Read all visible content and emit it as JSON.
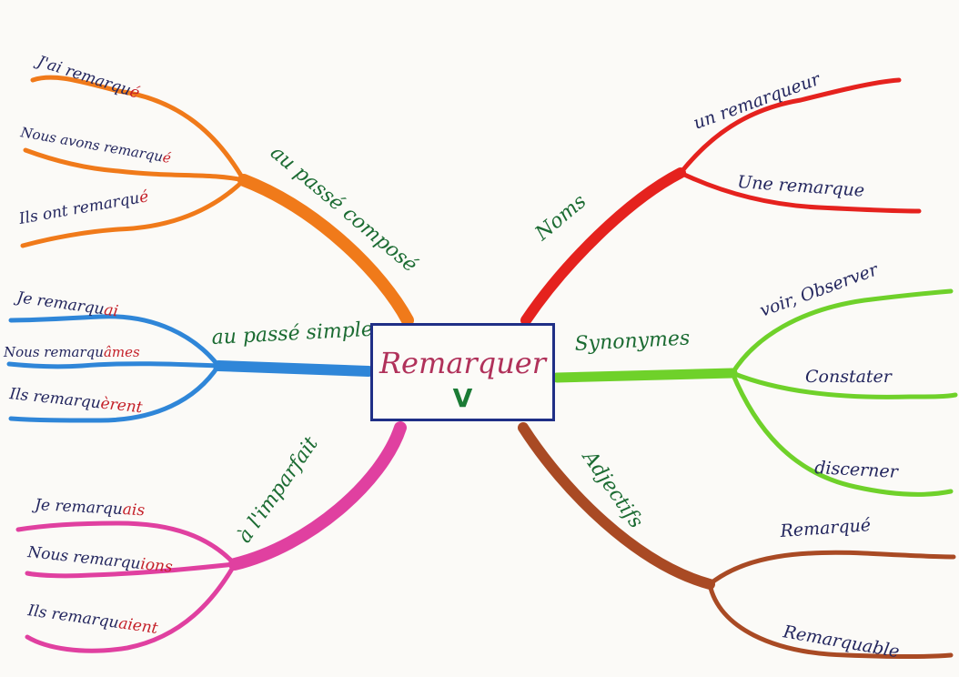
{
  "center": {
    "title": "Remarquer",
    "subtitle": "V"
  },
  "colors": {
    "orange": "#f07a1a",
    "blue": "#2f86d8",
    "pink": "#e040a0",
    "red": "#e5221e",
    "green": "#6fd12a",
    "brown": "#a94a24",
    "branch_label": "#1b6b32",
    "leaf_text": "#23265e",
    "ending": "#c41f28",
    "center_border": "#1f2f86"
  },
  "branches": {
    "passe_compose": {
      "label": "au passé composé",
      "leaves": [
        {
          "stem": "J'ai remarqu",
          "ending": "é"
        },
        {
          "stem": "Nous avons remarqu",
          "ending": "é"
        },
        {
          "stem": "Ils ont remarqu",
          "ending": "é"
        }
      ]
    },
    "passe_simple": {
      "label": "au passé simple",
      "leaves": [
        {
          "stem": "Je remarqu",
          "ending": "ai"
        },
        {
          "stem": "Nous remarqu",
          "ending": "âmes"
        },
        {
          "stem": "Ils remarqu",
          "ending": "èrent"
        }
      ]
    },
    "imparfait": {
      "label": "à l'imparfait",
      "leaves": [
        {
          "stem": "Je remarqu",
          "ending": "ais"
        },
        {
          "stem": "Nous remarqu",
          "ending": "ions"
        },
        {
          "stem": "Ils remarqu",
          "ending": "aient"
        }
      ]
    },
    "noms": {
      "label": "Noms",
      "leaves": [
        "un remarqueur",
        "Une remarque"
      ]
    },
    "synonymes": {
      "label": "Synonymes",
      "leaves": [
        "voir, Observer",
        "Constater",
        "discerner"
      ]
    },
    "adjectifs": {
      "label": "Adjectifs",
      "leaves": [
        "Remarqué",
        "Remarquable"
      ]
    }
  }
}
